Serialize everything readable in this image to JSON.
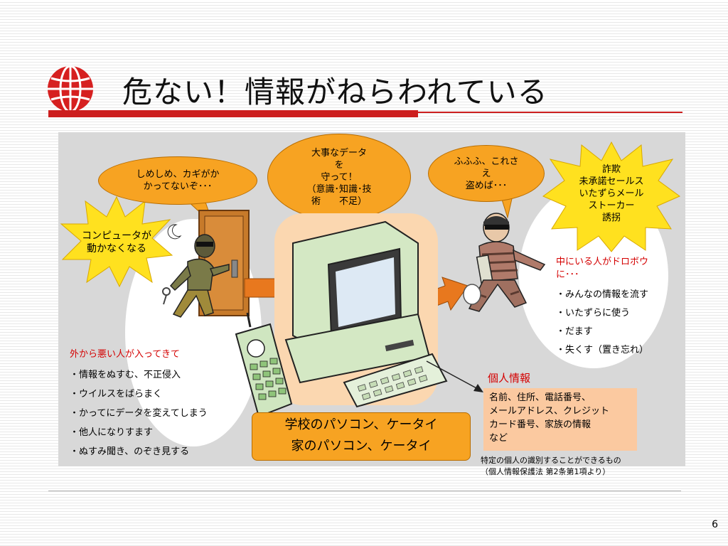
{
  "slide": {
    "title": "危ない！情報がねらわれている",
    "page_number": "6"
  },
  "bubbles": {
    "thief_left": [
      "しめしめ、カギがか",
      "かってないぞ･･･"
    ],
    "computer": [
      "大事なデータ",
      "を",
      "守って！",
      "（意識･知識･技",
      "術　　不足）"
    ],
    "thief_right": [
      "ふふふ、これさ",
      "え",
      "盗めば･･･"
    ],
    "burst_left": [
      "コンピュータが",
      "動かなくなる"
    ],
    "burst_right": [
      "詐欺",
      "未承諾セールス",
      "いたずらメール",
      "ストーカー",
      "誘拐"
    ]
  },
  "outside": {
    "heading": "外から悪い人が入ってきて",
    "items": [
      "・情報をぬすむ、不正侵入",
      "・ウイルスをばらまく",
      "・かってにデータを変えてしまう",
      "・他人になりすます",
      "・ぬすみ聞き、のぞき見する"
    ]
  },
  "inside": {
    "heading": [
      "中にいる人がドロボウ",
      "に･･･"
    ],
    "items": [
      "・みんなの情報を流す",
      "・いたずらに使う",
      "・だます",
      "・失くす（置き忘れ）"
    ]
  },
  "devices": {
    "lines": [
      "学校のパソコン、ケータイ",
      "家のパソコン、ケータイ"
    ]
  },
  "personal_info": {
    "label": "個人情報",
    "lines": [
      "名前、住所、電話番号、",
      "メールアドレス、クレジット",
      "カード番号、家族の情報",
      "など"
    ],
    "note": [
      "特定の個人の識別することができるもの",
      "（個人情報保護法 第2条第1項より）"
    ]
  },
  "colors": {
    "accent_red": "#cc1e1e",
    "bubble_orange": "#f7a322",
    "burst_yellow": "#ffe11f",
    "peach": "#fbc9a0",
    "panel_gray": "#d8d8d8"
  }
}
